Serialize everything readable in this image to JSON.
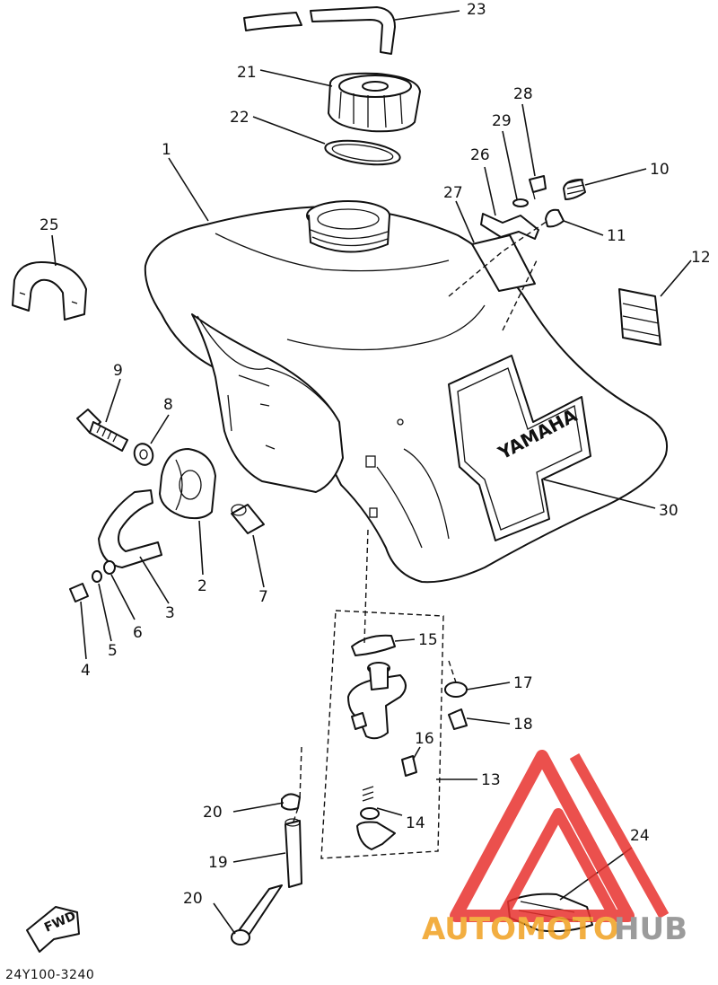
{
  "diagram": {
    "code": "24Y100-3240",
    "brand_emblem": "YAMAHA",
    "fwd_label": "FWD",
    "callouts": [
      {
        "id": "1",
        "label": "1"
      },
      {
        "id": "2",
        "label": "2"
      },
      {
        "id": "3",
        "label": "3"
      },
      {
        "id": "4",
        "label": "4"
      },
      {
        "id": "5",
        "label": "5"
      },
      {
        "id": "6",
        "label": "6"
      },
      {
        "id": "7",
        "label": "7"
      },
      {
        "id": "8",
        "label": "8"
      },
      {
        "id": "9",
        "label": "9"
      },
      {
        "id": "10",
        "label": "10"
      },
      {
        "id": "11",
        "label": "11"
      },
      {
        "id": "12",
        "label": "12"
      },
      {
        "id": "13",
        "label": "13"
      },
      {
        "id": "14",
        "label": "14"
      },
      {
        "id": "15",
        "label": "15"
      },
      {
        "id": "16",
        "label": "16"
      },
      {
        "id": "17",
        "label": "17"
      },
      {
        "id": "18",
        "label": "18"
      },
      {
        "id": "19",
        "label": "19"
      },
      {
        "id": "20a",
        "label": "20"
      },
      {
        "id": "20b",
        "label": "20"
      },
      {
        "id": "21",
        "label": "21"
      },
      {
        "id": "22",
        "label": "22"
      },
      {
        "id": "23",
        "label": "23"
      },
      {
        "id": "24",
        "label": "24"
      },
      {
        "id": "25",
        "label": "25"
      },
      {
        "id": "26",
        "label": "26"
      },
      {
        "id": "27",
        "label": "27"
      },
      {
        "id": "28",
        "label": "28"
      },
      {
        "id": "29",
        "label": "29"
      },
      {
        "id": "30",
        "label": "30"
      }
    ]
  },
  "watermark": {
    "text_left": "AUTOMOTO",
    "text_right": "HUB",
    "color_red": "#e8322e",
    "color_orange": "#f0a020",
    "color_grey": "#8a8a8a"
  }
}
